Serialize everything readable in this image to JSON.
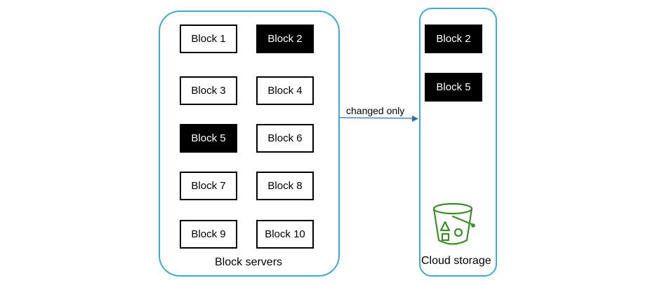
{
  "block_servers": {
    "label": "Block servers",
    "blocks": [
      {
        "label": "Block 1",
        "changed": false
      },
      {
        "label": "Block 2",
        "changed": true
      },
      {
        "label": "Block 3",
        "changed": false
      },
      {
        "label": "Block 4",
        "changed": false
      },
      {
        "label": "Block 5",
        "changed": true
      },
      {
        "label": "Block 6",
        "changed": false
      },
      {
        "label": "Block 7",
        "changed": false
      },
      {
        "label": "Block 8",
        "changed": false
      },
      {
        "label": "Block 9",
        "changed": false
      },
      {
        "label": "Block 10",
        "changed": false
      }
    ]
  },
  "arrow": {
    "label": "changed only"
  },
  "cloud_storage": {
    "label": "Cloud storage",
    "icon": "storage-bucket-icon",
    "blocks": [
      {
        "label": "Block 2"
      },
      {
        "label": "Block 5"
      }
    ]
  },
  "colors": {
    "container_border": "#3fa9d0",
    "arrow": "#2f6fa7",
    "bucket_icon": "#3c8c2a",
    "changed_block_fill": "#000000"
  }
}
